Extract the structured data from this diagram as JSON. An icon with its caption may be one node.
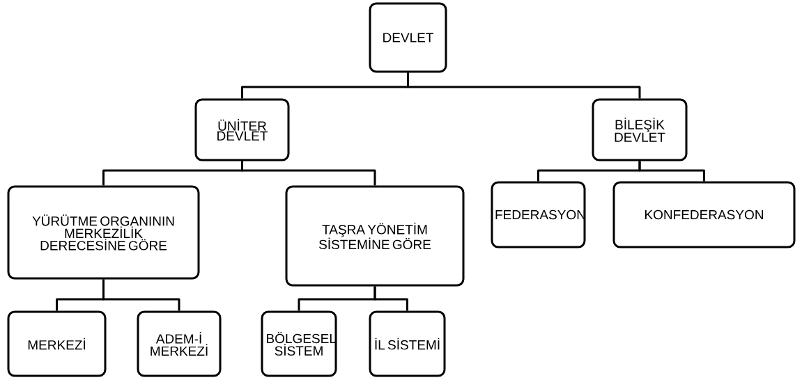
{
  "diagram": {
    "nodes": [
      {
        "text": [
          "DEVLET"
        ]
      },
      {
        "text": [
          "ÜNİTER DEVLET"
        ]
      },
      {
        "text": [
          "BİLEŞİK DEVLET"
        ]
      },
      {
        "text": [
          "YÜRÜTME ORGANININ MERKEZİLİK DERECESİNE GÖRE"
        ]
      },
      {
        "text": [
          "TAŞRA YÖNETİM SİSTEMİNE GÖRE"
        ]
      },
      {
        "text": [
          "FEDERASYON"
        ]
      },
      {
        "text": [
          "KONFEDERASYON"
        ]
      },
      {
        "text": [
          "MERKEZİ"
        ]
      },
      {
        "text": [
          "ADEM-İ MERKEZİ"
        ]
      },
      {
        "text": [
          "BÖLGESEL SİSTEM"
        ]
      },
      {
        "text": [
          "İL SİSTEMİ"
        ]
      }
    ],
    "edges": [
      {
        "from": 0,
        "to": 1,
        "arrow": "none"
      },
      {
        "from": 0,
        "to": 2,
        "arrow": "none"
      },
      {
        "from": 1,
        "to": 3,
        "arrow": "none"
      },
      {
        "from": 1,
        "to": 4,
        "arrow": "none"
      },
      {
        "from": 2,
        "to": 5,
        "arrow": "none"
      },
      {
        "from": 2,
        "to": 6,
        "arrow": "none"
      },
      {
        "from": 3,
        "to": 7,
        "arrow": "none"
      },
      {
        "from": 3,
        "to": 8,
        "arrow": "none"
      },
      {
        "from": 4,
        "to": 9,
        "arrow": "none"
      },
      {
        "from": 4,
        "to": 10,
        "arrow": "none"
      }
    ]
  }
}
